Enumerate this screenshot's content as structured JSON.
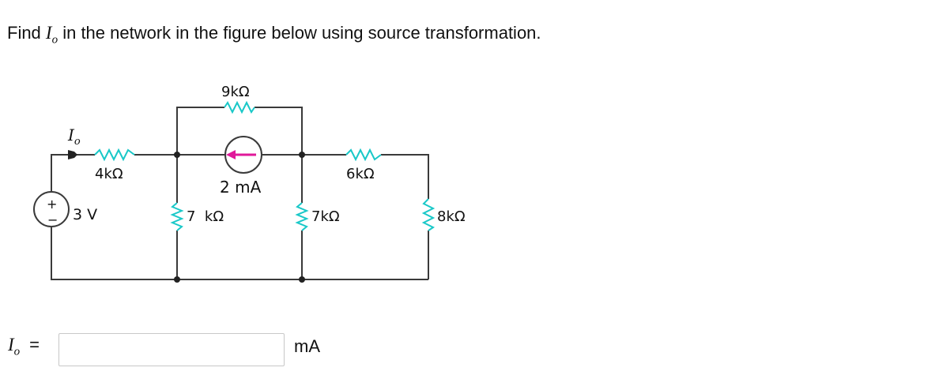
{
  "question": {
    "prefix": "Find ",
    "var_main": "I",
    "var_sub": "o",
    "suffix": " in the network in the figure below using source transformation."
  },
  "circuit": {
    "current_label_main": "I",
    "current_label_sub": "o",
    "r_top": "9kΩ",
    "r_4k": "4kΩ",
    "source_current": "2 mA",
    "r_6k": "6kΩ",
    "source_voltage": "3 V",
    "r_7k_left": "7  kΩ",
    "r_7k_mid": "7kΩ",
    "r_8k": "8kΩ",
    "plus": "+",
    "minus": "−",
    "colors": {
      "wire": "#3a3a3a",
      "resistor": "#19c8c8",
      "arrow": "#e0189a"
    }
  },
  "answer": {
    "var_main": "I",
    "var_sub": "o",
    "equals": "=",
    "value": "",
    "unit": "mA"
  }
}
